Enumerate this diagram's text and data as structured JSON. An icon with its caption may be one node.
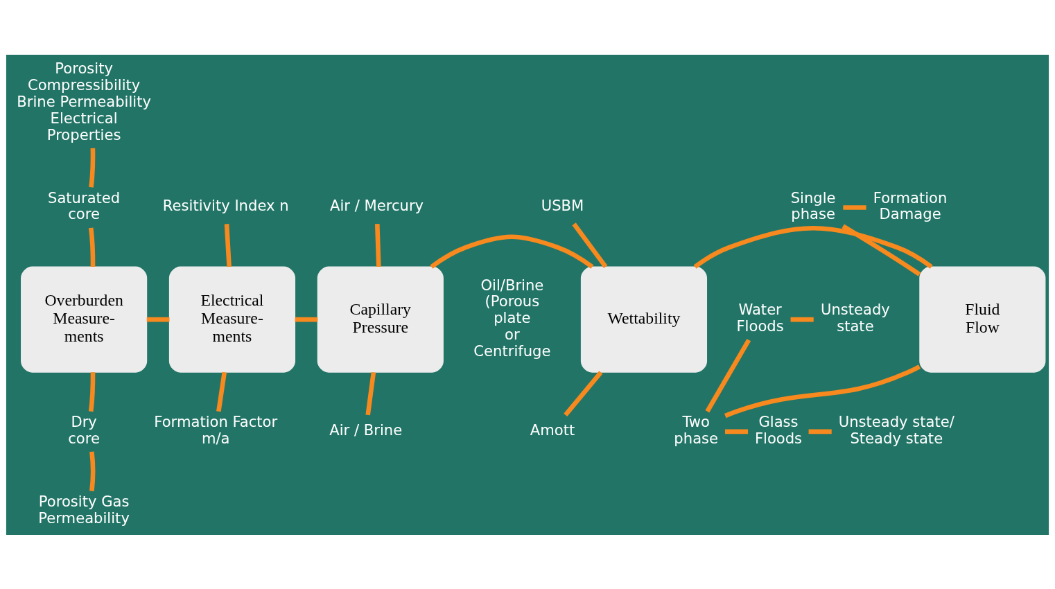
{
  "diagram": {
    "nodes": [
      {
        "text": [
          "Porosity Compressibility Brine Permeability Electrical Properties"
        ]
      },
      {
        "text": [
          "Saturated core"
        ]
      },
      {
        "text": [
          "Resitivity Index n"
        ]
      },
      {
        "text": [
          "Air / Mercury"
        ]
      },
      {
        "text": [
          "USBM"
        ]
      },
      {
        "text": [
          "Single phase"
        ]
      },
      {
        "text": [
          "Formation Damage"
        ]
      },
      {
        "text": [
          "Overburden Measure- ments"
        ]
      },
      {
        "text": [
          "Electrical Measure- ments"
        ]
      },
      {
        "text": [
          "Capillary Pressure"
        ],
        "beside": [
          "Oil/Brine (Porous plate or Centrifuge"
        ]
      },
      {
        "text": [
          "Wettability"
        ]
      },
      {
        "text": [
          "Fluid Flow"
        ]
      },
      {
        "text": [
          "Water Floods"
        ]
      },
      {
        "text": [
          "Unsteady state"
        ]
      },
      {
        "text": [
          "Dry core"
        ]
      },
      {
        "text": [
          "Formation Factor m/a"
        ]
      },
      {
        "text": [
          "Air / Brine"
        ]
      },
      {
        "text": [
          "Amott"
        ]
      },
      {
        "text": [
          "Two phase"
        ]
      },
      {
        "text": [
          "Glass Floods"
        ]
      },
      {
        "text": [
          "Unsteady state/ Steady state"
        ]
      },
      {
        "text": [
          "Porosity Gas Permeability"
        ]
      }
    ],
    "edges": [
      {
        "from": 7,
        "to": 1,
        "arrow": "none"
      },
      {
        "from": 1,
        "to": 0,
        "arrow": "none"
      },
      {
        "from": 7,
        "to": 14,
        "arrow": "none"
      },
      {
        "from": 14,
        "to": 21,
        "arrow": "none"
      },
      {
        "from": 8,
        "to": 2,
        "arrow": "none"
      },
      {
        "from": 8,
        "to": 15,
        "arrow": "none"
      },
      {
        "from": 9,
        "to": 3,
        "arrow": "none"
      },
      {
        "from": 9,
        "to": 16,
        "arrow": "none"
      },
      {
        "from": 10,
        "to": 4,
        "arrow": "none"
      },
      {
        "from": 10,
        "to": 17,
        "arrow": "none"
      },
      {
        "from": 11,
        "to": 5,
        "arrow": "none"
      },
      {
        "from": 5,
        "to": 6,
        "arrow": "none"
      },
      {
        "from": 11,
        "to": 18,
        "arrow": "none"
      },
      {
        "from": 18,
        "to": 12,
        "arrow": "none"
      },
      {
        "from": 18,
        "to": 19,
        "arrow": "none"
      },
      {
        "from": 12,
        "to": 13,
        "arrow": "none"
      },
      {
        "from": 19,
        "to": 20,
        "arrow": "none"
      },
      {
        "from": 7,
        "to": 8,
        "arrow": "none"
      },
      {
        "from": 8,
        "to": 9,
        "arrow": "none"
      },
      {
        "from": 9,
        "to": 10,
        "arrow": "none"
      },
      {
        "from": 10,
        "to": 11,
        "arrow": "none"
      }
    ]
  }
}
